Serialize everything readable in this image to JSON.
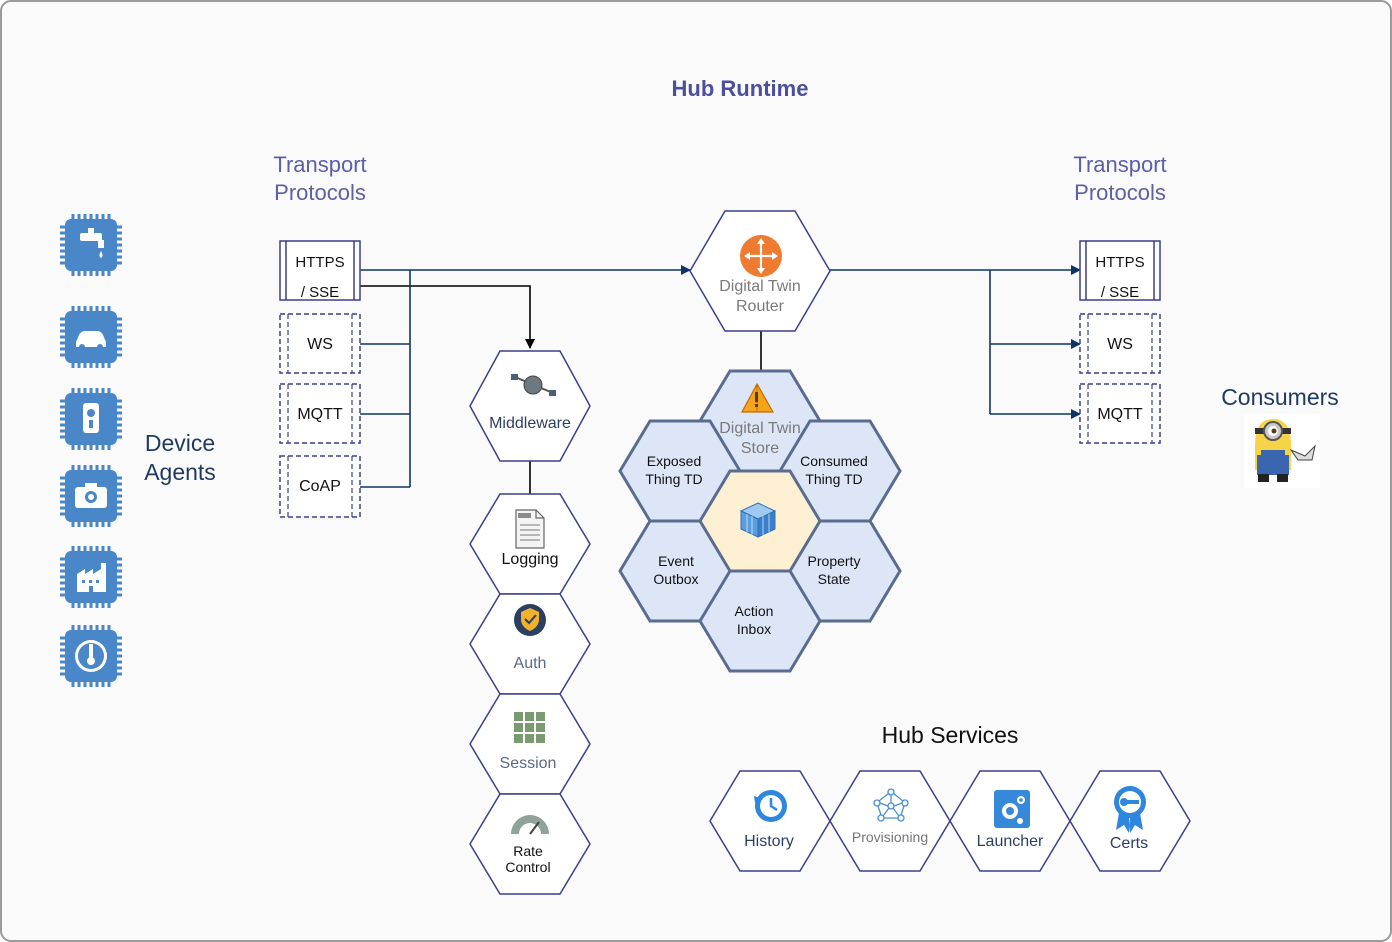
{
  "title": "Hub Runtime",
  "left_transport": {
    "heading": "Transport\nProtocols",
    "protocols": [
      "HTTPS\n/ SSE",
      "WS",
      "MQTT",
      "CoAP"
    ]
  },
  "right_transport": {
    "heading": "Transport\nProtocols",
    "protocols": [
      "HTTPS\n/ SSE",
      "WS",
      "MQTT"
    ]
  },
  "device_agents": {
    "label": "Device\nAgents",
    "icons": [
      "faucet-chip-icon",
      "car-chip-icon",
      "doorbell-chip-icon",
      "camera-chip-icon",
      "factory-chip-icon",
      "thermometer-chip-icon"
    ]
  },
  "consumers": {
    "label": "Consumers",
    "icon": "minion-icon"
  },
  "router": {
    "label": "Digital Twin\nRouter",
    "icon": "router-icon"
  },
  "store": {
    "label": "Digital Twin\nStore",
    "icon": "warning-pyramid-icon"
  },
  "store_cells": {
    "exposed": "Exposed\nThing TD",
    "consumed": "Consumed\nThing TD",
    "event": "Event\nOutbox",
    "property": "Property\nState",
    "action": "Action\nInbox",
    "center_icon": "cube-icon"
  },
  "middleware": {
    "label": "Middleware",
    "icon": "satellite-icon"
  },
  "pipeline": [
    {
      "label": "Logging",
      "icon": "log-file-icon"
    },
    {
      "label": "Auth",
      "icon": "shield-check-icon"
    },
    {
      "label": "Session",
      "icon": "grid-icon"
    },
    {
      "label": "Rate\nControl",
      "icon": "gauge-icon"
    }
  ],
  "services": {
    "heading": "Hub Services",
    "items": [
      {
        "label": "History",
        "icon": "clock-history-icon"
      },
      {
        "label": "Provisioning",
        "icon": "network-icon"
      },
      {
        "label": "Launcher",
        "icon": "gear-file-icon"
      },
      {
        "label": "Certs",
        "icon": "certificate-icon"
      }
    ]
  },
  "colors": {
    "accent": "#4b4f9c",
    "navy": "#1f3a5f",
    "hex_fill": "#dde6f6",
    "hex_stroke": "#5a6c8f",
    "core_fill": "#fdf0d2",
    "chip": "#4a87c9",
    "arrow": "#0d3463"
  }
}
